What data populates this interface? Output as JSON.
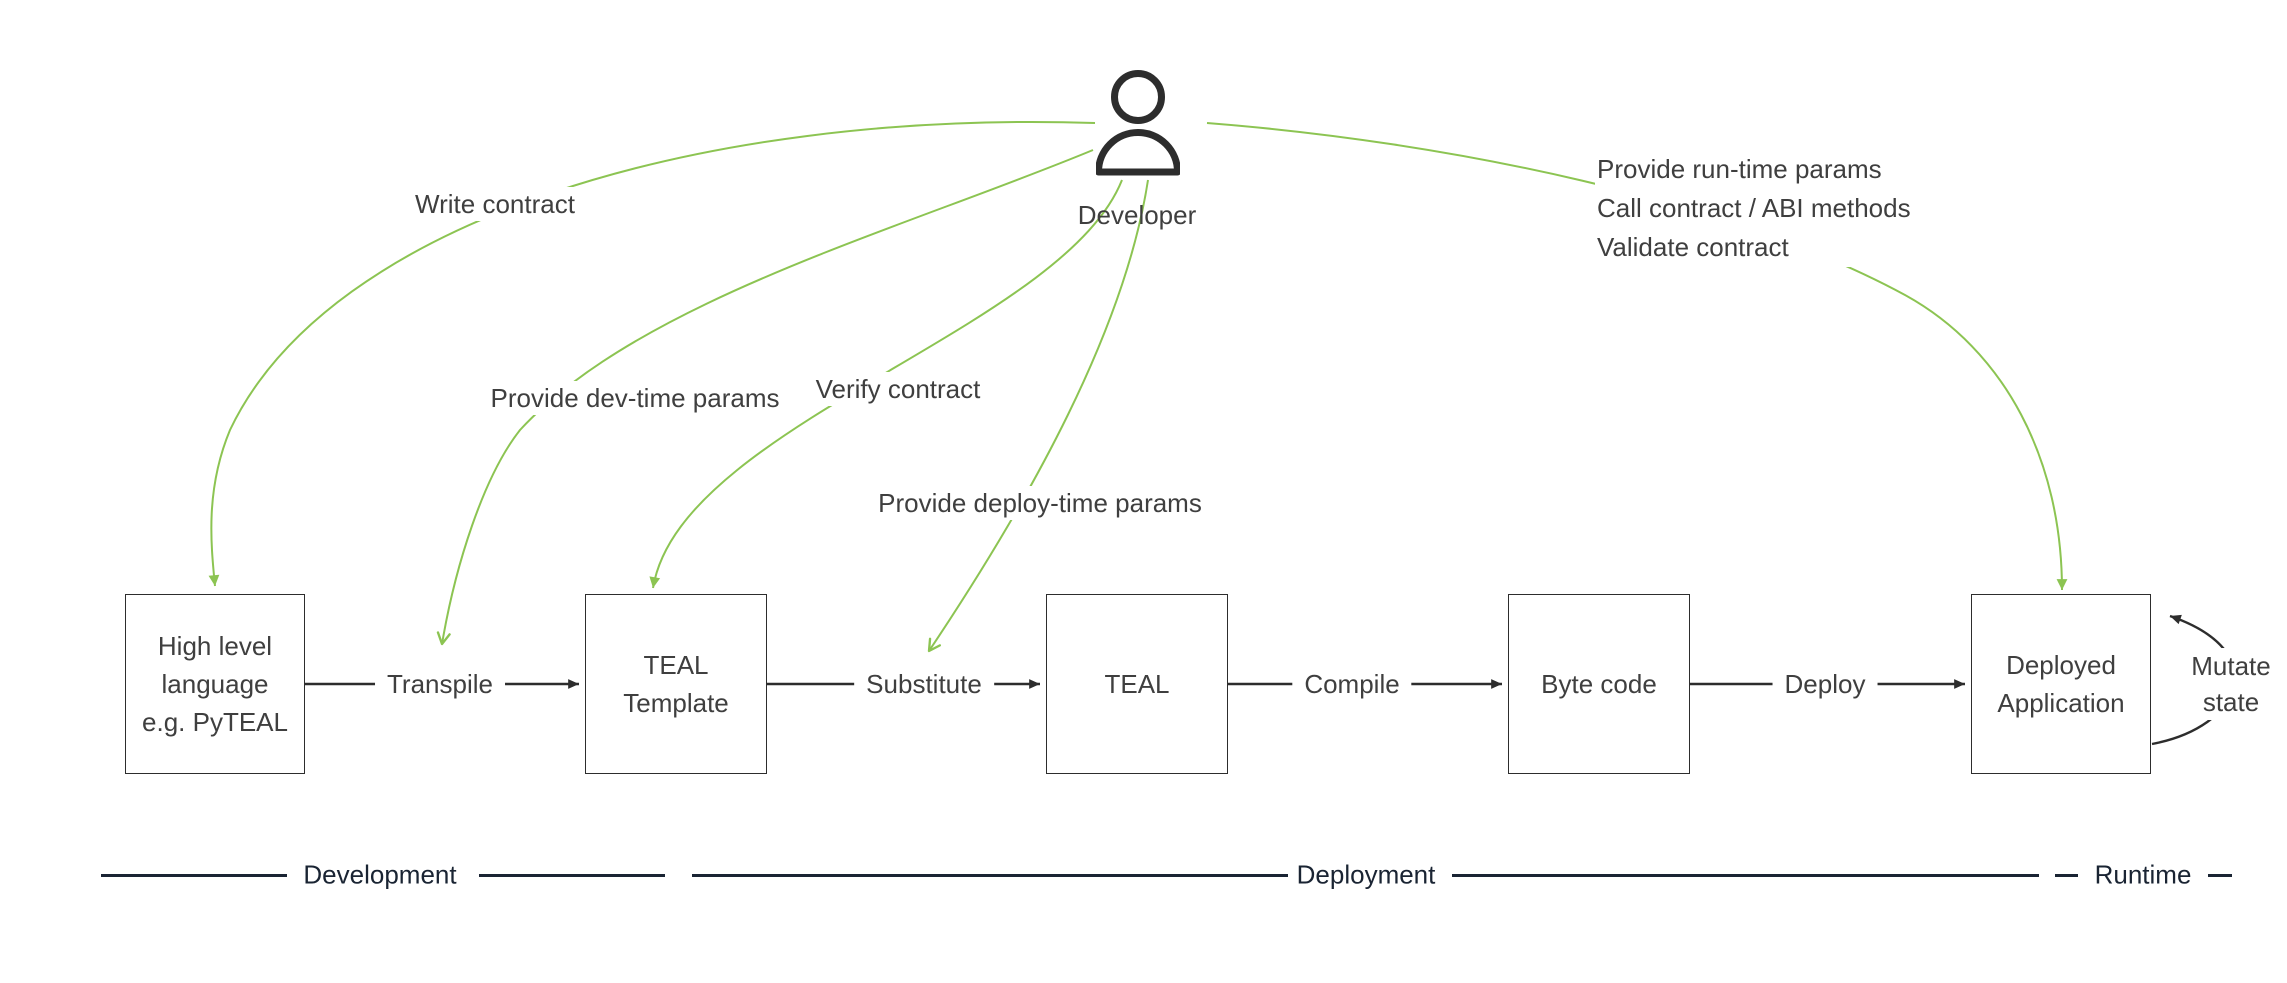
{
  "developer": {
    "label": "Developer"
  },
  "actions": {
    "write_contract": "Write contract",
    "dev_time_params": "Provide dev-time params",
    "verify_contract": "Verify contract",
    "deploy_time_params": "Provide deploy-time params",
    "runtime_lines": [
      "Provide run-time params",
      "Call contract / ABI methods",
      "Validate contract"
    ],
    "mutate_state": "Mutate state"
  },
  "pipeline": {
    "boxes": [
      {
        "lines": [
          "High level",
          "language",
          "e.g. PyTEAL"
        ]
      },
      {
        "lines": [
          "TEAL",
          "Template"
        ]
      },
      {
        "lines": [
          "TEAL"
        ]
      },
      {
        "lines": [
          "Byte code"
        ]
      },
      {
        "lines": [
          "Deployed",
          "Application"
        ]
      }
    ],
    "transitions": [
      "Transpile",
      "Substitute",
      "Compile",
      "Deploy"
    ]
  },
  "phases": [
    {
      "label": "Development"
    },
    {
      "label": "Deployment"
    },
    {
      "label": "Runtime"
    }
  ],
  "colors": {
    "accent_green": "#8CC452",
    "ink": "#2D2D2D",
    "label_text": "#3F3F3F",
    "phase_ink": "#1A2433",
    "background": "#FFFFFF"
  }
}
